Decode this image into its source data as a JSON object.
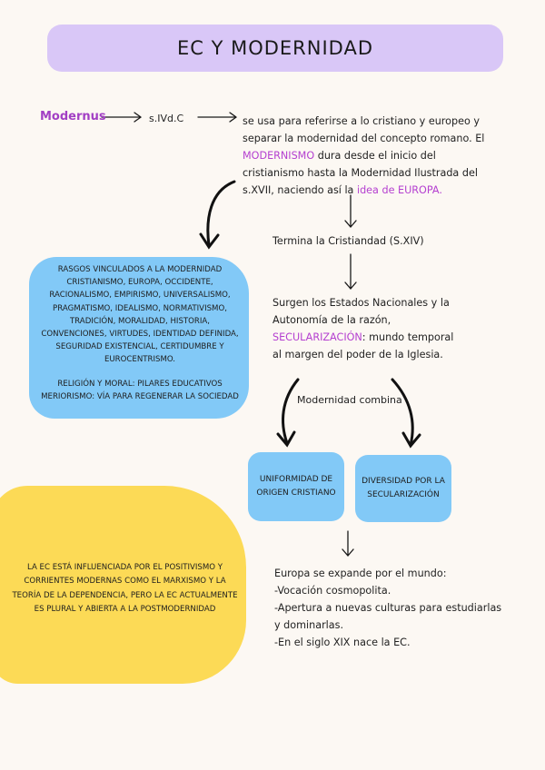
{
  "title": "EC Y MODERNIDAD",
  "modernus": "Modernus",
  "siglo": "s.IVd.C",
  "intro": {
    "line1": "se usa para referirse a lo cristiano y europeo y separar la modernidad del concepto romano.",
    "el": "El ",
    "modernismo": "MODERNISMO",
    "line2": " dura desde el inicio del cristianismo hasta la Modernidad Ilustrada del s.XVII, naciendo así la ",
    "idea": "idea de EUROPA."
  },
  "rasgos": {
    "p1": "RASGOS VINCULADOS A LA MODERNIDAD CRISTIANISMO, EUROPA, OCCIDENTE, RACIONALISMO, EMPIRISMO, UNIVERSALISMO, PRAGMATISMO, IDEALISMO, NORMATIVISMO, TRADICIÓN, MORALIDAD, HISTORIA, CONVENCIONES, VIRTUDES, IDENTIDAD DEFINIDA, SEGURIDAD EXISTENCIAL, CERTIDUMBRE Y EUROCENTRISMO.",
    "p2": "RELIGIÓN Y MORAL: PILARES EDUCATIVOS MERIORISMO: VÍA PARA REGENERAR LA SOCIEDAD"
  },
  "cristiandad": "Termina la Cristiandad (S.XIV)",
  "estados": {
    "line1": "Surgen los Estados Nacionales y la Autonomía de la razón,",
    "secularizacion": "SECULARIZACIÓN",
    "line2": ": mundo temporal al margen del poder de la Iglesia."
  },
  "combina": "Modernidad combina",
  "uniformidad": "UNIFORMIDAD DE ORIGEN CRISTIANO",
  "diversidad": "DIVERSIDAD POR LA SECULARIZACIÓN",
  "positivismo": "LA EC ESTÁ INFLUENCIADA POR EL POSITIVISMO Y CORRIENTES MODERNAS COMO EL MARXISMO Y LA TEORÍA DE LA DEPENDENCIA, PERO LA EC ACTUALMENTE ES PLURAL Y ABIERTA A LA POSTMODERNIDAD",
  "europa": {
    "l1": "Europa se expande por el mundo:",
    "l2": "-Vocación cosmopolita.",
    "l3": "-Apertura a nuevas culturas para estudiarlas y dominarlas.",
    "l4": "-En el siglo XIX nace la EC."
  },
  "colors": {
    "lavender": "#d9c7f7",
    "blue": "#82c9f7",
    "yellow": "#fcda56",
    "purple_accent": "#b43fd0"
  }
}
